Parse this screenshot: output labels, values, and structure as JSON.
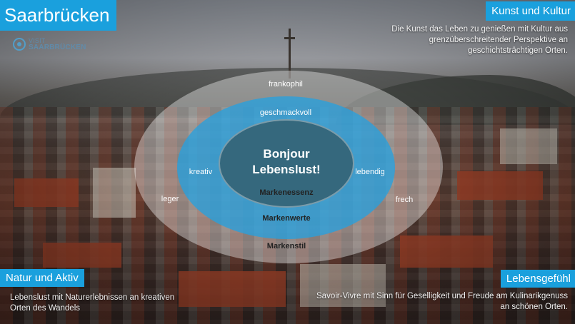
{
  "title": "Saarbrücken",
  "logo": {
    "line1": "VISIT",
    "line2": "SAARBRÜCKEN"
  },
  "corners": {
    "kunst": {
      "label": "Kunst und Kultur",
      "text": "Die Kunst das Leben zu genießen mit Kultur aus grenzüberschreitender Perspektive an geschichtsträchtigen Orten."
    },
    "natur": {
      "label": "Natur und Aktiv",
      "text": "Lebenslust mit Naturerlebnissen an kreativen Orten des Wandels"
    },
    "leben": {
      "label": "Lebensgefühl",
      "text": "Savoir-Vivre mit Sinn für Geselligkeit und Freude am Kulinarikgenuss an schönen Orten."
    }
  },
  "diagram": {
    "core_line1": "Bonjour",
    "core_line2": "Lebenslust!",
    "markenessenz": "Markenessenz",
    "markenwerte": "Markenwerte",
    "markenstil": "Markenstil",
    "values": {
      "top": "geschmackvoll",
      "left": "kreativ",
      "right": "lebendig"
    },
    "style": {
      "top": "frankophil",
      "left": "leger",
      "right": "frech"
    }
  },
  "colors": {
    "accent": "#1aa0dd",
    "inner": "#35687d"
  }
}
